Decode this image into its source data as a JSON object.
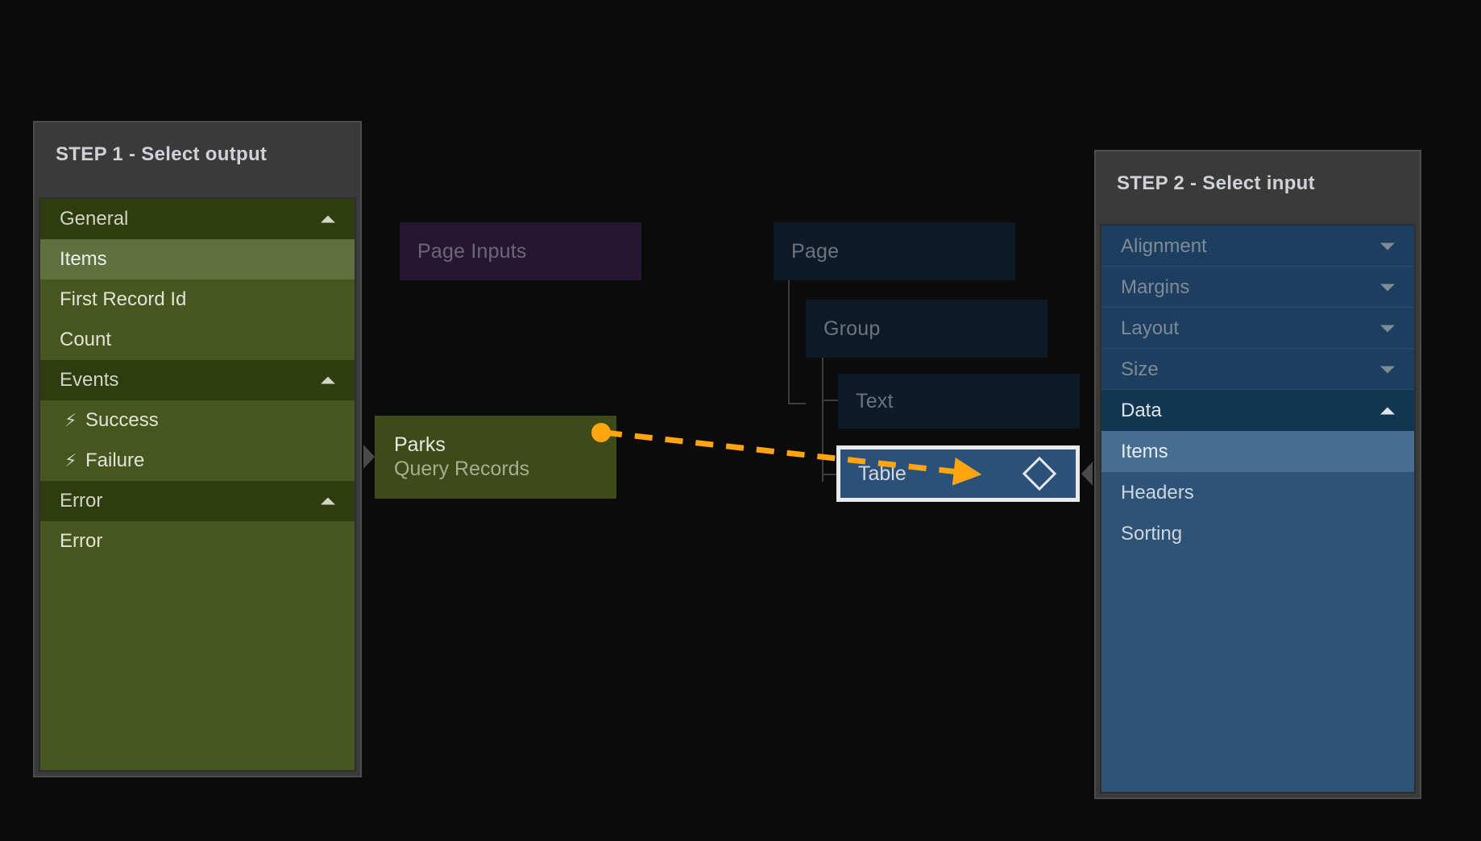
{
  "canvas": {
    "background": "#0b0b0b",
    "accent_orange": "#FFA510",
    "selection_white": "#e9eaec"
  },
  "left_panel": {
    "title": "STEP 1 - Select output",
    "groups": [
      {
        "label": "General",
        "type": "header",
        "icon": "chevron-up-icon",
        "expanded": true,
        "items": [
          {
            "label": "Items",
            "selected": true,
            "icon": null
          },
          {
            "label": "First Record Id",
            "selected": false,
            "icon": null
          },
          {
            "label": "Count",
            "selected": false,
            "icon": null
          }
        ]
      },
      {
        "label": "Events",
        "type": "header",
        "icon": "chevron-up-icon",
        "expanded": true,
        "items": [
          {
            "label": "Success",
            "selected": false,
            "icon": "lightning-bolt-icon"
          },
          {
            "label": "Failure",
            "selected": false,
            "icon": "lightning-bolt-icon"
          }
        ]
      },
      {
        "label": "Error",
        "type": "header",
        "icon": "chevron-up-icon",
        "expanded": true,
        "items": [
          {
            "label": "Error",
            "selected": false,
            "icon": null
          }
        ]
      }
    ],
    "colors": {
      "header_bg": "#2f3c10",
      "item_bg": "#47561f",
      "selected_bg": "#60703f",
      "title_bar_bg": "#3a3a3a"
    }
  },
  "right_panel": {
    "title": "STEP 2 - Select input",
    "groups": [
      {
        "label": "Alignment",
        "type": "header",
        "icon": "chevron-down-icon",
        "expanded": false,
        "dimmed": true,
        "items": []
      },
      {
        "label": "Margins",
        "type": "header",
        "icon": "chevron-down-icon",
        "expanded": false,
        "dimmed": true,
        "items": []
      },
      {
        "label": "Layout",
        "type": "header",
        "icon": "chevron-down-icon",
        "expanded": false,
        "dimmed": true,
        "items": []
      },
      {
        "label": "Size",
        "type": "header",
        "icon": "chevron-down-icon",
        "expanded": false,
        "dimmed": true,
        "items": []
      },
      {
        "label": "Data",
        "type": "header",
        "icon": "chevron-up-icon",
        "expanded": true,
        "dimmed": false,
        "items": [
          {
            "label": "Items",
            "selected": true
          },
          {
            "label": "Headers",
            "selected": false
          },
          {
            "label": "Sorting",
            "selected": false
          }
        ]
      }
    ],
    "colors": {
      "header_bg": "#123550",
      "header_dim_bg": "#1d3e5f",
      "item_bg": "#2f5376",
      "selected_bg": "#476d92",
      "title_bar_bg": "#3a3a3a"
    }
  },
  "graph": {
    "nodes": [
      {
        "id": "page-inputs",
        "label": "Page Inputs",
        "sublabel": "",
        "style": "purple"
      },
      {
        "id": "page",
        "label": "Page",
        "sublabel": "",
        "style": "blue-dim"
      },
      {
        "id": "group",
        "label": "Group",
        "sublabel": "",
        "style": "blue-dim"
      },
      {
        "id": "text",
        "label": "Text",
        "sublabel": "",
        "style": "blue-dim"
      },
      {
        "id": "table",
        "label": "Table",
        "sublabel": "",
        "style": "blue-selected",
        "icon": "diamond-icon"
      },
      {
        "id": "parks",
        "label": "Parks",
        "sublabel": "Query Records",
        "style": "green-action"
      }
    ],
    "connection": {
      "from": "parks",
      "to": "table",
      "style": "dashed",
      "color": "#FFA510",
      "start_marker": "filled-circle",
      "end_marker": "arrow-head"
    }
  }
}
